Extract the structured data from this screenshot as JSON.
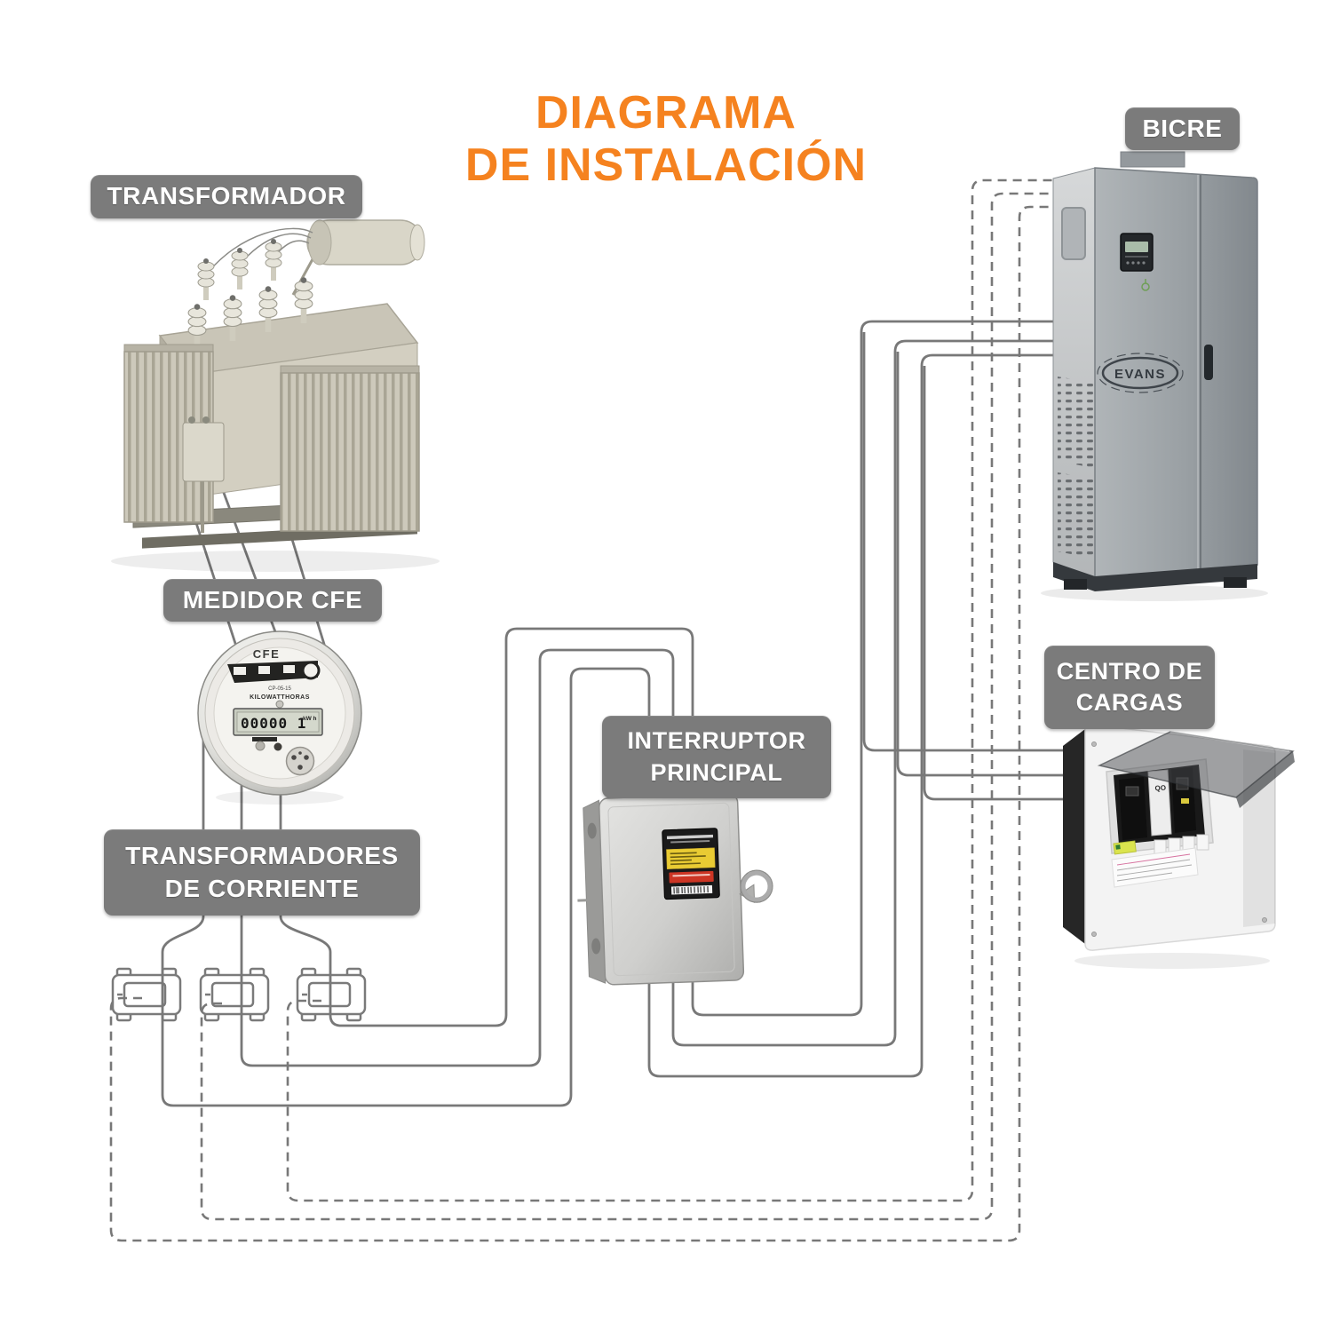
{
  "title": {
    "line1": "DIAGRAMA",
    "line2": "DE INSTALACIÓN"
  },
  "labels": {
    "transformador": "TRANSFORMADOR",
    "medidor_cfe": "MEDIDOR CFE",
    "transformadores_corriente": {
      "line1": "TRANSFORMADORES",
      "line2": "DE CORRIENTE"
    },
    "interruptor_principal": {
      "line1": "INTERRUPTOR",
      "line2": "PRINCIPAL"
    },
    "bicre": "BICRE",
    "centro_de_cargas": {
      "line1": "CENTRO DE",
      "line2": "CARGAS"
    }
  },
  "devices": {
    "medidor": {
      "brand": "CFE",
      "code": "CP-05-15",
      "caption": "KILOWATTHORAS",
      "lcd_value": "00000 1",
      "lcd_units": "kW h"
    },
    "bicre": {
      "brand": "EVANS"
    },
    "centro": {
      "breaker_label": "QO"
    }
  },
  "colors": {
    "title_orange": "#F5821F",
    "label_gray": "#7B7B7B",
    "wire_gray": "#787878",
    "background": "#FFFFFF"
  }
}
